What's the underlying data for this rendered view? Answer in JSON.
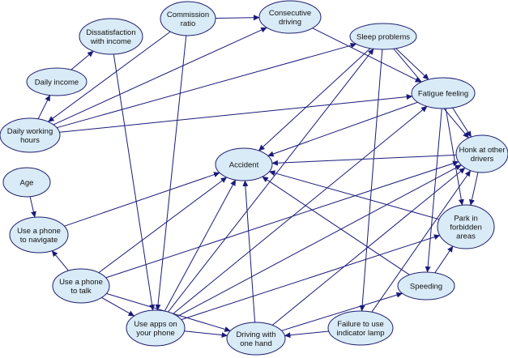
{
  "diagram": {
    "nodes": [
      {
        "id": "commission",
        "lines": [
          "Commission",
          "ratio"
        ]
      },
      {
        "id": "consecutive",
        "lines": [
          "Consecutive",
          "driving"
        ]
      },
      {
        "id": "dissatisfaction",
        "lines": [
          "Dissatisfaction",
          "with income"
        ]
      },
      {
        "id": "sleep",
        "lines": [
          "Sleep problems"
        ]
      },
      {
        "id": "daily_income",
        "lines": [
          "Daily income"
        ]
      },
      {
        "id": "fatigue",
        "lines": [
          "Fatigue feeling"
        ]
      },
      {
        "id": "daily_hours",
        "lines": [
          "Daily working",
          "hours"
        ]
      },
      {
        "id": "accident",
        "lines": [
          "Accident"
        ]
      },
      {
        "id": "honk",
        "lines": [
          "Honk at other",
          "drivers"
        ]
      },
      {
        "id": "age",
        "lines": [
          "Age"
        ]
      },
      {
        "id": "navigate",
        "lines": [
          "Use a phone",
          "to navigate"
        ]
      },
      {
        "id": "park",
        "lines": [
          "Park in",
          "forbidden",
          "areas"
        ]
      },
      {
        "id": "talk",
        "lines": [
          "Use a phone",
          "to talk"
        ]
      },
      {
        "id": "speeding",
        "lines": [
          "Speeding"
        ]
      },
      {
        "id": "apps",
        "lines": [
          "Use apps on",
          "your phone"
        ]
      },
      {
        "id": "onehand",
        "lines": [
          "Driving with",
          "one hand"
        ]
      },
      {
        "id": "indicator",
        "lines": [
          "Failure to use",
          "indicator lamp"
        ]
      }
    ],
    "edges": [
      [
        "commission",
        "consecutive"
      ],
      [
        "commission",
        "daily_hours"
      ],
      [
        "commission",
        "apps"
      ],
      [
        "dissatisfaction",
        "apps"
      ],
      [
        "daily_income",
        "dissatisfaction"
      ],
      [
        "daily_hours",
        "daily_income"
      ],
      [
        "daily_hours",
        "consecutive"
      ],
      [
        "daily_hours",
        "sleep"
      ],
      [
        "daily_hours",
        "fatigue"
      ],
      [
        "consecutive",
        "fatigue"
      ],
      [
        "sleep",
        "fatigue"
      ],
      [
        "sleep",
        "accident"
      ],
      [
        "sleep",
        "indicator"
      ],
      [
        "sleep",
        "honk"
      ],
      [
        "fatigue",
        "accident"
      ],
      [
        "fatigue",
        "honk"
      ],
      [
        "fatigue",
        "park"
      ],
      [
        "fatigue",
        "speeding"
      ],
      [
        "honk",
        "accident"
      ],
      [
        "honk",
        "park"
      ],
      [
        "park",
        "accident"
      ],
      [
        "speeding",
        "accident"
      ],
      [
        "speeding",
        "park"
      ],
      [
        "age",
        "navigate"
      ],
      [
        "navigate",
        "accident"
      ],
      [
        "talk",
        "navigate"
      ],
      [
        "talk",
        "accident"
      ],
      [
        "talk",
        "apps"
      ],
      [
        "talk",
        "onehand"
      ],
      [
        "talk",
        "honk"
      ],
      [
        "apps",
        "sleep"
      ],
      [
        "apps",
        "fatigue"
      ],
      [
        "apps",
        "onehand"
      ],
      [
        "apps",
        "honk"
      ],
      [
        "apps",
        "park"
      ],
      [
        "apps",
        "accident"
      ],
      [
        "onehand",
        "accident"
      ],
      [
        "onehand",
        "honk"
      ],
      [
        "indicator",
        "onehand"
      ],
      [
        "indicator",
        "honk"
      ],
      [
        "onehand",
        "speeding"
      ]
    ]
  }
}
